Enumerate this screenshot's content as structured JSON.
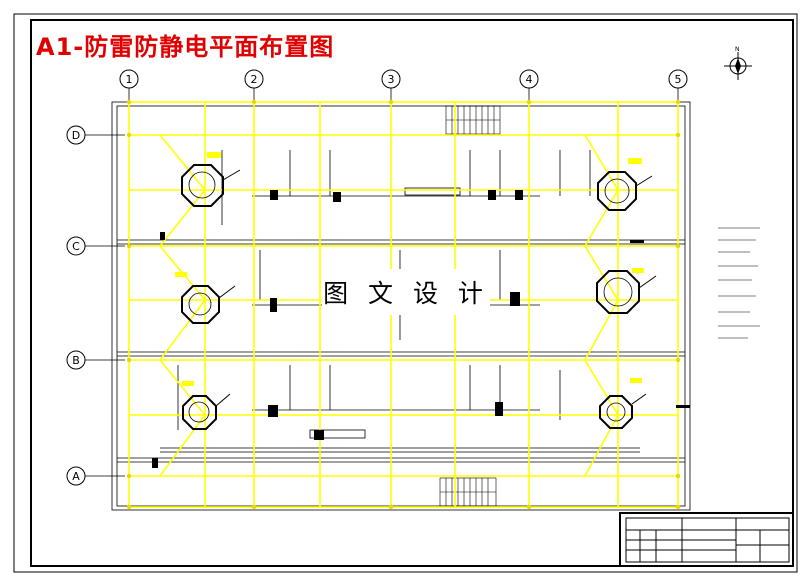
{
  "title": "A1-防雷防静电平面布置图",
  "watermark": "图 文 设 计",
  "grid": {
    "columns": [
      "1",
      "2",
      "3",
      "4",
      "5"
    ],
    "rows": [
      "D",
      "C",
      "B",
      "A"
    ]
  },
  "compass_label": "N",
  "colors": {
    "frame": "#000000",
    "title": "#e00000",
    "grounding_lines": "#ffff00",
    "grounding_dots": "#e6d800",
    "structure": "#000000"
  }
}
